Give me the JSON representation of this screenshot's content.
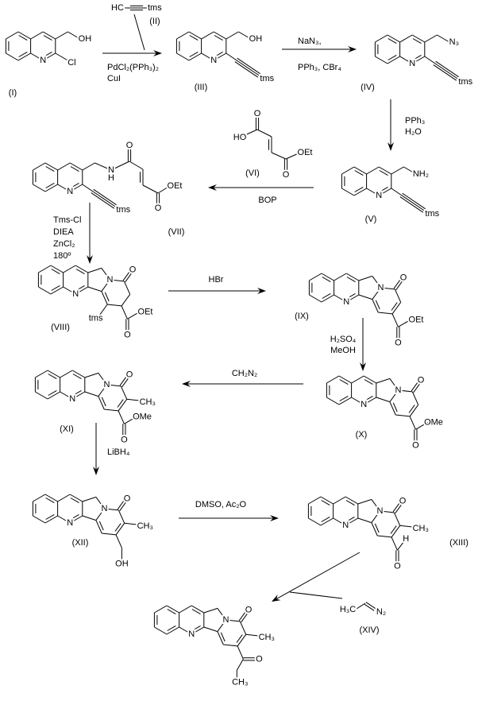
{
  "compounds": {
    "I": "(I)",
    "II": "(II)",
    "III": "(III)",
    "IV": "(IV)",
    "V": "(V)",
    "VI": "(VI)",
    "VII": "(VII)",
    "VIII": "(VIII)",
    "IX": "(IX)",
    "X": "(X)",
    "XI": "(XI)",
    "XII": "(XII)",
    "XIII": "(XIII)",
    "XIV": "(XIV)"
  },
  "reagents": {
    "pd": "PdCl₂(PPh₃)₂",
    "cui": "CuI",
    "nan3": "NaN₃,",
    "pph3_cbr4": "PPh₃,  CBr₄",
    "pph3": "PPh₃",
    "h2o": "H₂O",
    "bop": "BOP",
    "tmscl": "Tms-Cl",
    "diea": "DIEA",
    "zncl2": "ZnCl₂",
    "temp": "180º",
    "hbr": "HBr",
    "h2so4": "H₂SO₄",
    "meoh": "MeOH",
    "ch2n2": "CH₂N₂",
    "libh4": "LiBH₄",
    "dmso_ac2o": "DMSO,  Ac₂O"
  },
  "atoms": {
    "N": "N",
    "O": "O",
    "OH": "OH",
    "HO": "HO",
    "Cl": "Cl",
    "tms": "tms",
    "HC": "HC",
    "N3": "N₃",
    "NH2": "NH₂",
    "H": "H",
    "OEt": "OEt",
    "OMe": "OMe",
    "CH3": "CH₃",
    "H3C": "H₃C",
    "N2": "N₂"
  }
}
